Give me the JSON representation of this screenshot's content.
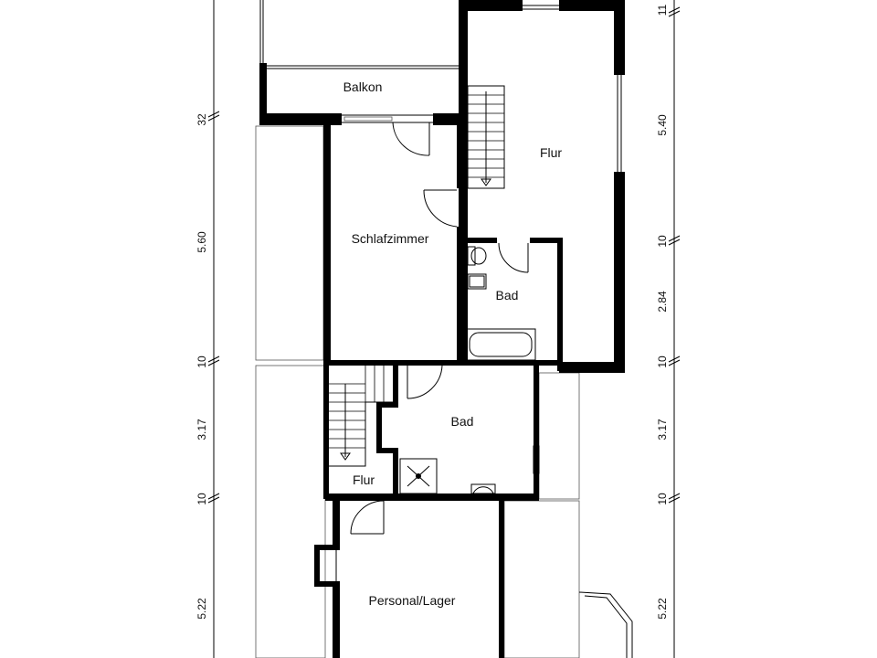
{
  "rooms": {
    "balkon": "Balkon",
    "flur_upper": "Flur",
    "schlafzimmer": "Schlafzimmer",
    "bad_upper": "Bad",
    "bad_lower": "Bad",
    "flur_lower": "Flur",
    "personal_lager": "Personal/Lager"
  },
  "dimensions": {
    "left": [
      "32",
      "5.60",
      "10",
      "3.17",
      "10",
      "5.22"
    ],
    "right": [
      "11",
      "5.40",
      "10",
      "2.84",
      "10",
      "3.17",
      "10",
      "5.22"
    ]
  }
}
